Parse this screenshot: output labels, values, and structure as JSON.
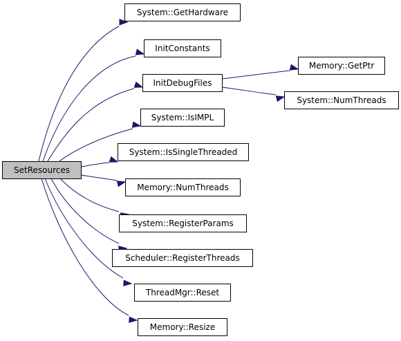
{
  "graph": {
    "nodes": [
      {
        "id": "setresources",
        "label": "SetResources",
        "root": true
      },
      {
        "id": "gethardware",
        "label": "System::GetHardware"
      },
      {
        "id": "initconstants",
        "label": "InitConstants"
      },
      {
        "id": "initdebugfiles",
        "label": "InitDebugFiles"
      },
      {
        "id": "getptr",
        "label": "Memory::GetPtr"
      },
      {
        "id": "sysnumthreads",
        "label": "System::NumThreads"
      },
      {
        "id": "isimpl",
        "label": "System::IsIMPL"
      },
      {
        "id": "issinglethreaded",
        "label": "System::IsSingleThreaded"
      },
      {
        "id": "memnumthreads",
        "label": "Memory::NumThreads"
      },
      {
        "id": "registerparams",
        "label": "System::RegisterParams"
      },
      {
        "id": "registerthreads",
        "label": "Scheduler::RegisterThreads"
      },
      {
        "id": "reset",
        "label": "ThreadMgr::Reset"
      },
      {
        "id": "resize",
        "label": "Memory::Resize"
      }
    ],
    "edges": [
      {
        "from": "setresources",
        "to": "gethardware"
      },
      {
        "from": "setresources",
        "to": "initconstants"
      },
      {
        "from": "setresources",
        "to": "initdebugfiles"
      },
      {
        "from": "setresources",
        "to": "isimpl"
      },
      {
        "from": "setresources",
        "to": "issinglethreaded"
      },
      {
        "from": "setresources",
        "to": "memnumthreads"
      },
      {
        "from": "setresources",
        "to": "registerparams"
      },
      {
        "from": "setresources",
        "to": "registerthreads"
      },
      {
        "from": "setresources",
        "to": "reset"
      },
      {
        "from": "setresources",
        "to": "resize"
      },
      {
        "from": "initdebugfiles",
        "to": "getptr"
      },
      {
        "from": "initdebugfiles",
        "to": "sysnumthreads"
      }
    ]
  }
}
